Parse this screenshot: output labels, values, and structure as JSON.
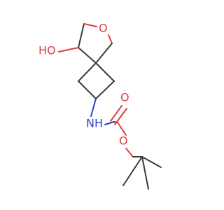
{
  "molecule": {
    "labels": {
      "hydroxyl": "HO",
      "ring_oxygen": "O",
      "amine": "NH",
      "carbonyl_oxygen": "O",
      "ester_oxygen": "O"
    },
    "colors": {
      "bond": "#3a3a3a",
      "oxygen": "#e03c3c",
      "nitrogen": "#2d3bd6",
      "background": "#ffffff"
    }
  }
}
